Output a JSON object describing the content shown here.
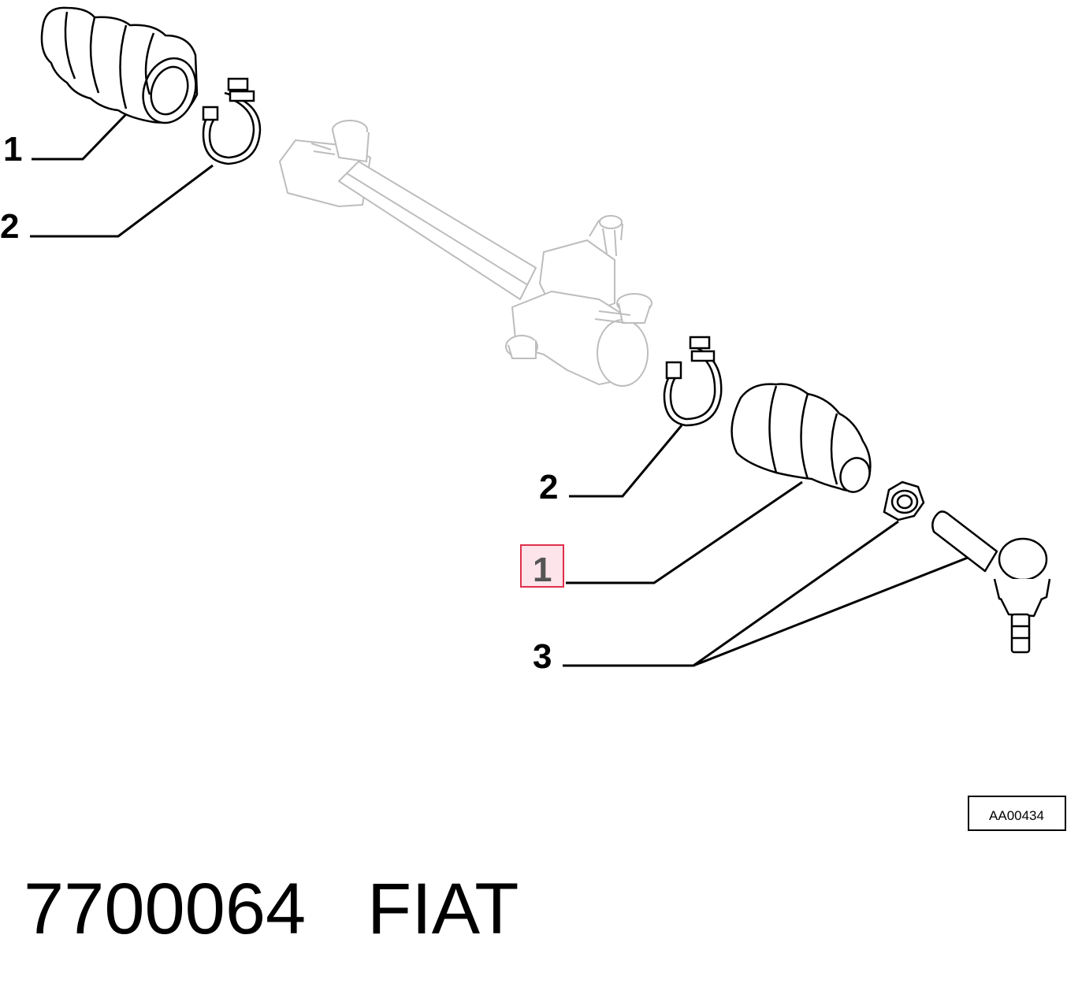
{
  "callouts": {
    "boot_top": "1",
    "clamp_top": "2",
    "clamp_mid": "2",
    "boot_highlighted": "1",
    "tie_rod_end": "3"
  },
  "reference_code": "AA00434",
  "footer": {
    "part_number": "7700064",
    "brand": "FIAT"
  },
  "colors": {
    "line": "#000000",
    "faint_line": "#bfbfbf",
    "highlight_fill": "#fde3ea",
    "highlight_border": "#e0304a"
  }
}
